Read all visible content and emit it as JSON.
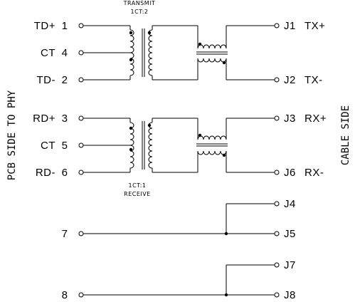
{
  "diagram": {
    "side_left": "PCB SIDE TO PHY",
    "side_right": "CABLE SIDE",
    "transmit": {
      "title": "TRANSMIT",
      "ratio": "1CT:2"
    },
    "receive": {
      "title": "RECEIVE",
      "ratio": "1CT:1"
    },
    "left_pins": [
      {
        "name": "TD+",
        "num": "1"
      },
      {
        "name": "CT",
        "num": "4"
      },
      {
        "name": "TD-",
        "num": "2"
      },
      {
        "name": "RD+",
        "num": "3"
      },
      {
        "name": "CT",
        "num": "5"
      },
      {
        "name": "RD-",
        "num": "6"
      },
      {
        "name": "",
        "num": "7"
      },
      {
        "name": "",
        "num": "8"
      }
    ],
    "right_pins": [
      {
        "name": "J1",
        "signal": "TX+"
      },
      {
        "name": "J2",
        "signal": "TX-"
      },
      {
        "name": "J3",
        "signal": "RX+"
      },
      {
        "name": "J6",
        "signal": "RX-"
      },
      {
        "name": "J4",
        "signal": ""
      },
      {
        "name": "J5",
        "signal": ""
      },
      {
        "name": "J7",
        "signal": ""
      },
      {
        "name": "J8",
        "signal": ""
      }
    ]
  }
}
